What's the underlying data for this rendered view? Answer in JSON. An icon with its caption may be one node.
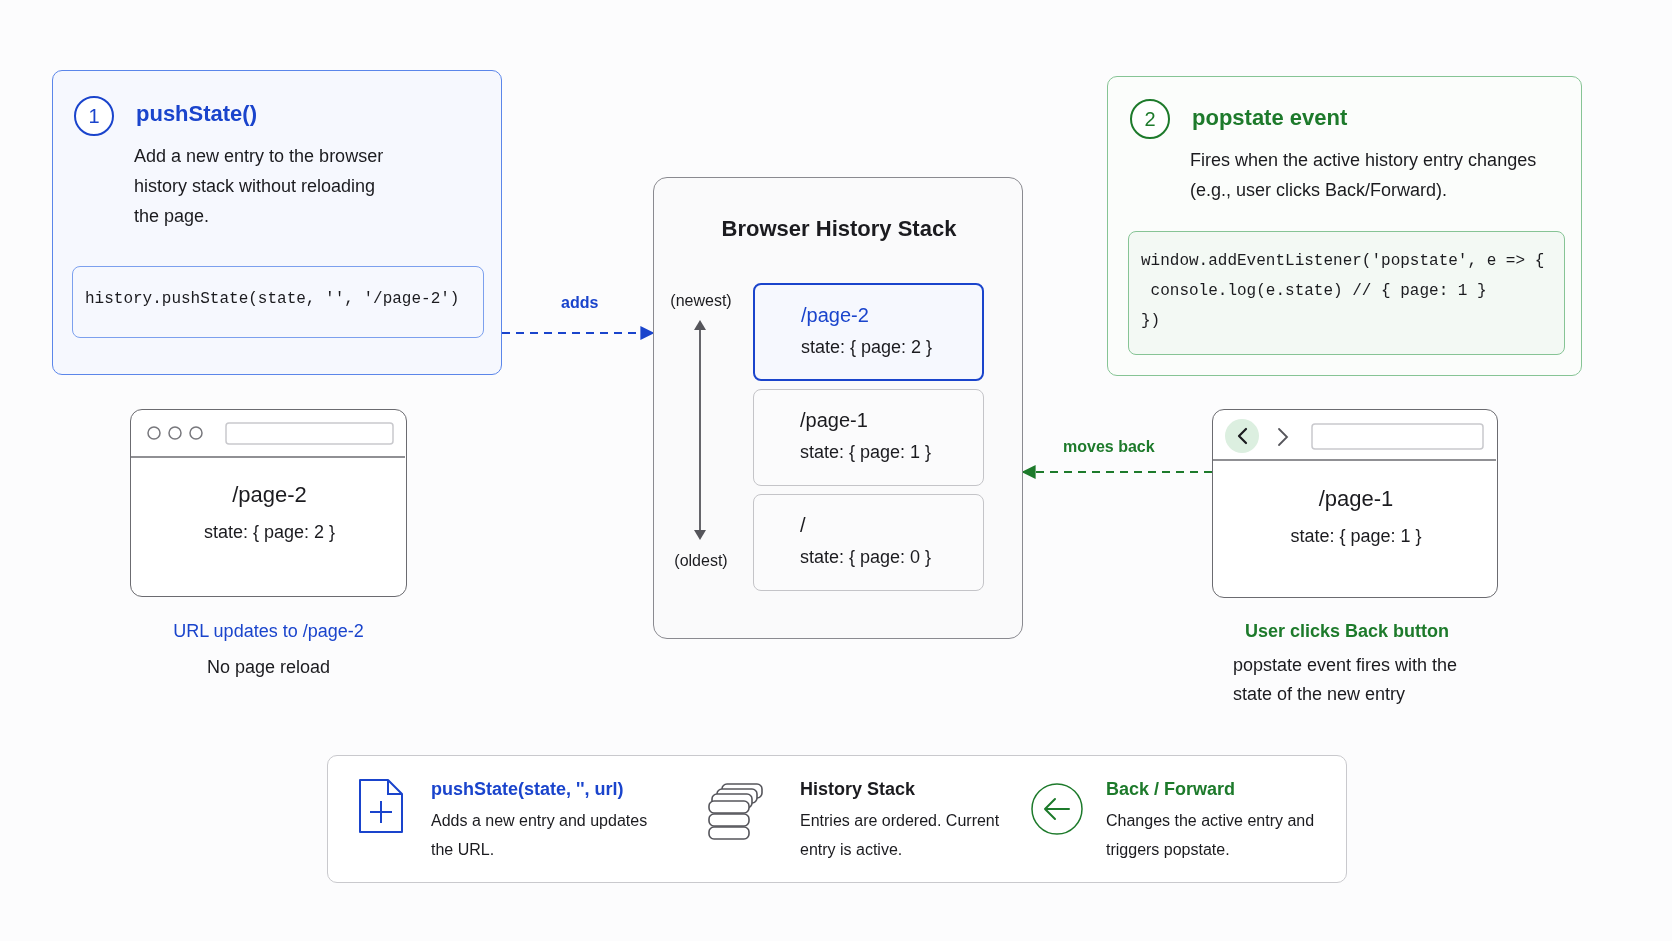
{
  "diagram": {
    "nodes": [
      {
        "text": [
          "pushState()",
          "Add a new entry to the browser history stack without reloading the page."
        ]
      },
      {
        "text": [
          "1"
        ],
        "in": 0
      },
      {
        "text": [
          "history.pushState(state, '', '/page-2')"
        ],
        "in": 0
      },
      {
        "text": [
          "/page-2",
          "state: { page: 2 }"
        ],
        "beside": [
          "URL updates to /page-2",
          "No page reload"
        ]
      },
      {
        "text": [
          "Browser History Stack"
        ]
      },
      {
        "text": [
          "/page-2",
          "state: { page: 2 }"
        ],
        "in": 4
      },
      {
        "text": [
          "/page-1",
          "state: { page: 1 }"
        ],
        "in": 4
      },
      {
        "text": [
          "/",
          "state: { page: 0 }"
        ],
        "in": 4
      },
      {
        "text": [
          "popstate event",
          "Fires when the active history entry changes (e.g., user clicks Back/Forward)."
        ]
      },
      {
        "text": [
          "2"
        ],
        "in": 8
      },
      {
        "text": [
          "window.addEventListener('popstate', e => {",
          " console.log(e.state) // { page: 1 }",
          "})"
        ],
        "in": 8
      },
      {
        "text": [
          "/page-1",
          "state: { page: 1 }"
        ],
        "beside": [
          "User clicks Back button",
          "popstate event fires with the state of the new entry"
        ]
      },
      {
        "text": [
          "pushState(state, '', url)",
          "Adds a new entry and updates the URL.",
          "History Stack",
          "Entries are ordered. Current entry is active.",
          "Back / Forward",
          "Changes the active entry and triggers popstate."
        ]
      }
    ],
    "edges": [
      {
        "from": 0,
        "to": 4,
        "arrow": "to",
        "label": "adds",
        "style": "dashed",
        "color": "#1a44cc"
      },
      {
        "from": 11,
        "to": 4,
        "arrow": "to",
        "label": "moves back",
        "style": "dashed",
        "color": "#1d7a2b"
      }
    ],
    "labels": [
      "(newest)",
      "(oldest)"
    ]
  }
}
